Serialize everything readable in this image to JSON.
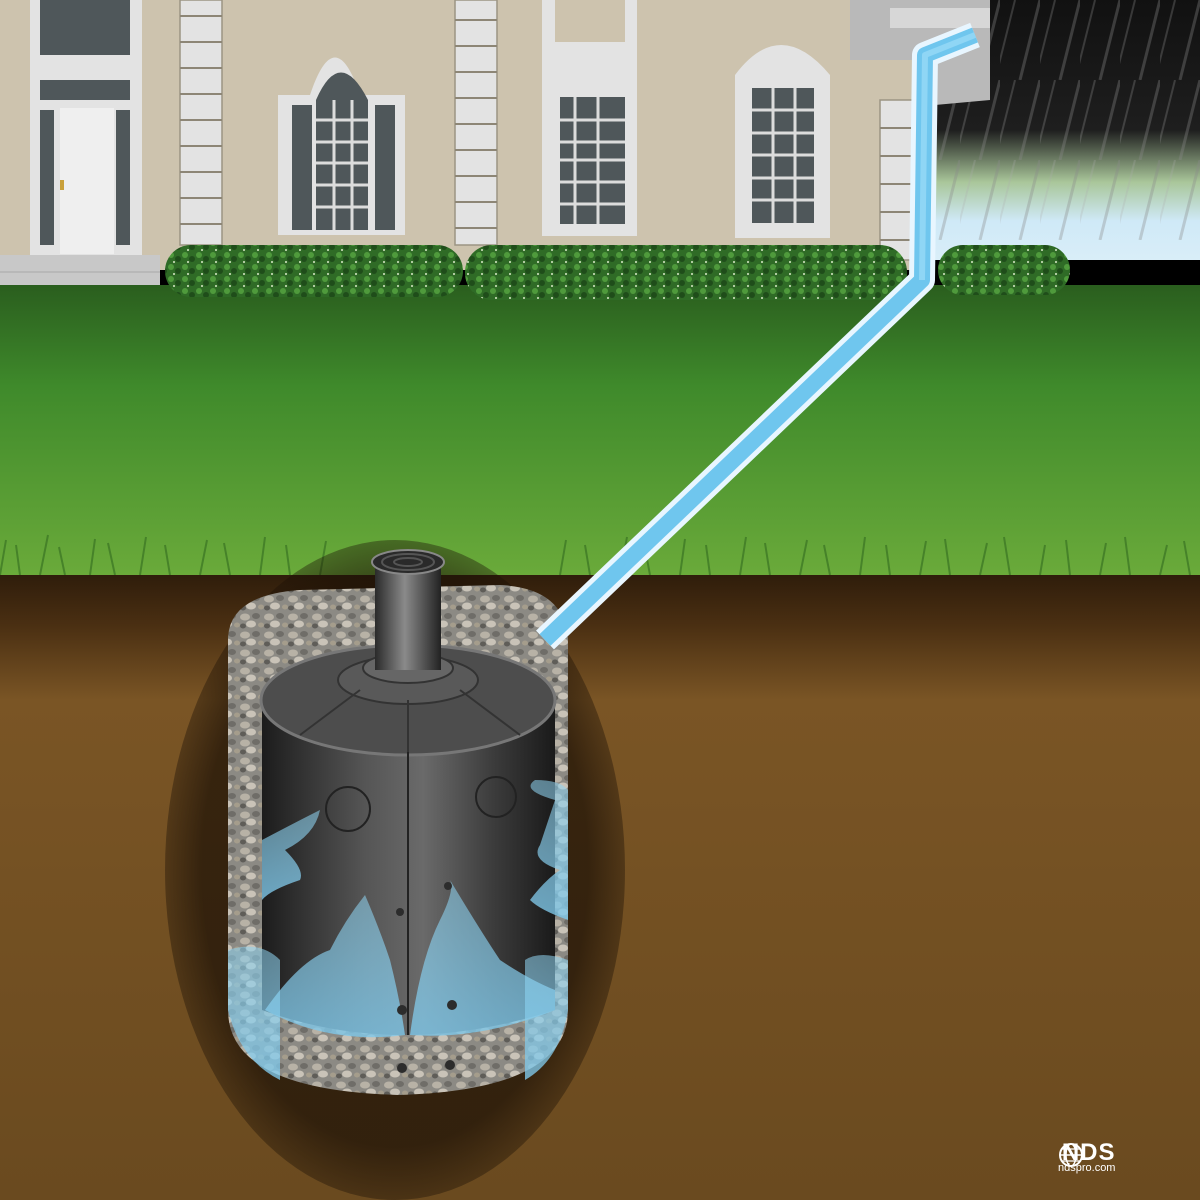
{
  "illustration": {
    "subject": "Dry well stormwater drainage diagram",
    "scene": {
      "house": {
        "wall_color": "#cdc3ae",
        "trim_color": "#e3e3e3",
        "window_glass_color": "#4f575a"
      },
      "sky": {
        "rain_color": "#1a1a1a",
        "horizon_color": "#cfe9f7"
      },
      "lawn": {
        "color": "#3f8a2b",
        "light_color": "#6aaa3a"
      },
      "soil": {
        "color": "#7a5525",
        "dark_color": "#3a2510"
      },
      "gravel": {
        "color": "#9a9a92"
      },
      "pipe": {
        "water_color": "#6fc6ee",
        "edge_color": "#e0f4ff"
      },
      "dry_well": {
        "body_color": "#3a3a3a",
        "water_color": "#7fc8ea"
      }
    }
  },
  "logo": {
    "mark": "NDS",
    "url": "ndspro.com",
    "icon": "globe-icon"
  }
}
